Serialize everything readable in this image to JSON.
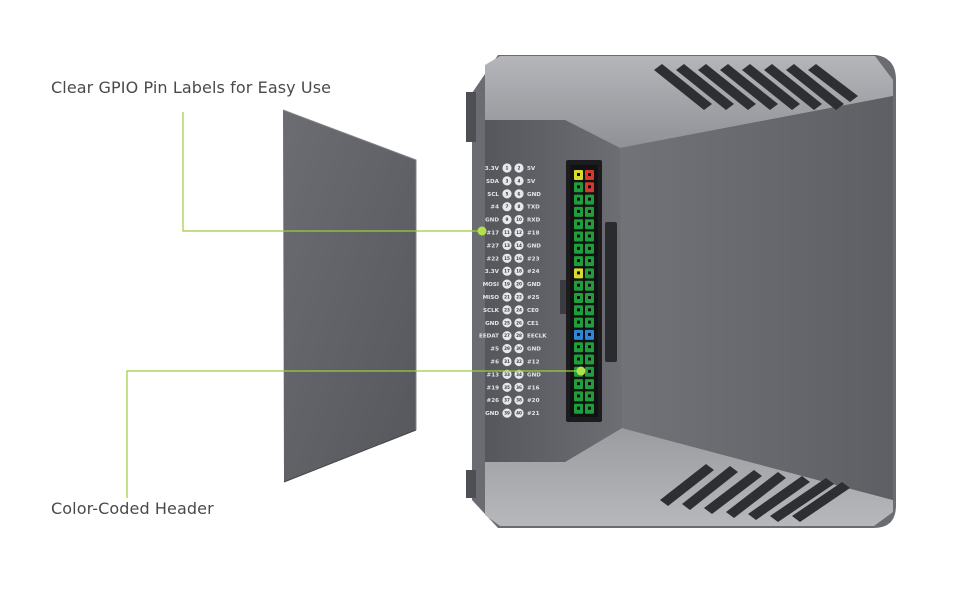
{
  "callouts": {
    "top": "Clear GPIO Pin Labels for Easy Use",
    "bottom": "Color-Coded Header"
  },
  "colors": {
    "leader_line": "#9ccd3c",
    "case_light": "#8e9196",
    "case_dark": "#5c5e63",
    "lid": "#606266",
    "pin_label": "#e6e6e8"
  },
  "gpio": {
    "left_labels": [
      "3.3V",
      "SDA",
      "SCL",
      "#4",
      "GND",
      "#17",
      "#27",
      "#22",
      "3.3V",
      "MOSI",
      "MISO",
      "SCLK",
      "GND",
      "EEDAT",
      "#5",
      "#6",
      "#13",
      "#19",
      "#26",
      "GND"
    ],
    "right_labels": [
      "5V",
      "5V",
      "GND",
      "TXD",
      "RXD",
      "#18",
      "GND",
      "#23",
      "#24",
      "GND",
      "#25",
      "CE0",
      "CE1",
      "EECLK",
      "GND",
      "#12",
      "GND",
      "#16",
      "#20",
      "#21"
    ],
    "left_numbers": [
      "1",
      "3",
      "5",
      "7",
      "9",
      "11",
      "13",
      "15",
      "17",
      "19",
      "21",
      "23",
      "25",
      "27",
      "29",
      "31",
      "33",
      "35",
      "37",
      "39"
    ],
    "right_numbers": [
      "2",
      "4",
      "6",
      "8",
      "10",
      "12",
      "14",
      "16",
      "18",
      "20",
      "22",
      "24",
      "26",
      "28",
      "30",
      "32",
      "34",
      "36",
      "38",
      "40"
    ],
    "header_left_colors": [
      "yellow",
      "green",
      "green",
      "green",
      "green",
      "green",
      "green",
      "green",
      "yellow",
      "green",
      "green",
      "green",
      "green",
      "blue",
      "green",
      "green",
      "green",
      "green",
      "green",
      "green"
    ],
    "header_right_colors": [
      "red",
      "red",
      "green",
      "green",
      "green",
      "green",
      "green",
      "green",
      "green",
      "green",
      "green",
      "green",
      "green",
      "blue",
      "green",
      "green",
      "green",
      "green",
      "green",
      "green"
    ]
  }
}
